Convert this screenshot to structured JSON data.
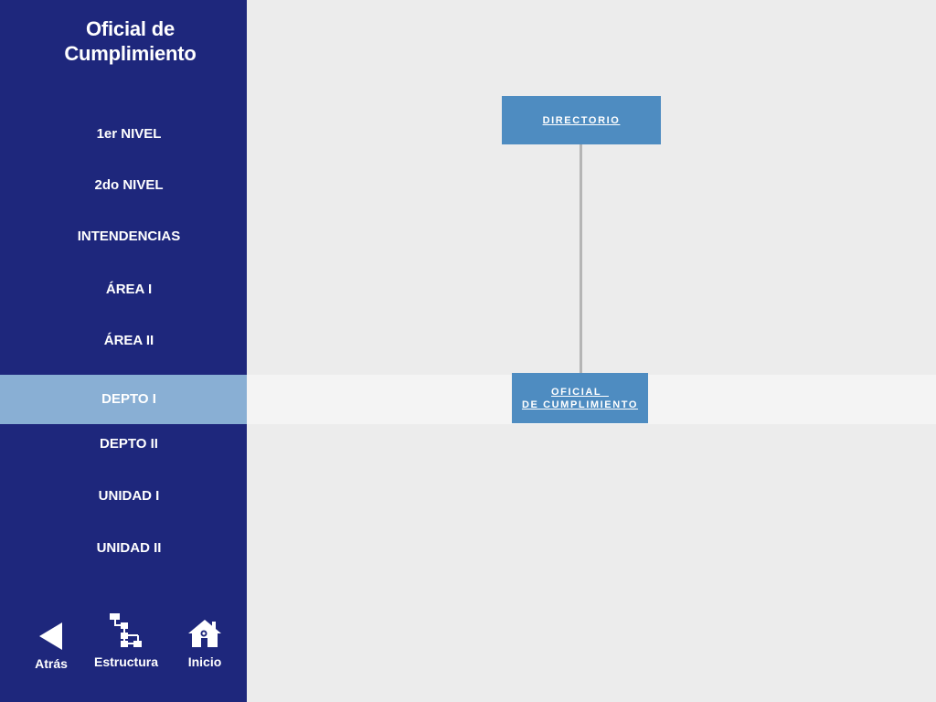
{
  "sidebar": {
    "title_line1": "Oficial de",
    "title_line2": "Cumplimiento",
    "items": [
      {
        "label": "1er NIVEL"
      },
      {
        "label": "2do NIVEL"
      },
      {
        "label": "INTENDENCIAS"
      },
      {
        "label": "ÁREA I"
      },
      {
        "label": "ÁREA II"
      },
      {
        "label": "DEPTO I"
      },
      {
        "label": "DEPTO II"
      },
      {
        "label": "UNIDAD I"
      },
      {
        "label": "UNIDAD II"
      }
    ],
    "active_item": "DEPTO I",
    "bottom": {
      "back_label": "Atrás",
      "structure_label": "Estructura",
      "home_label": "Inicio"
    }
  },
  "org_chart": {
    "top_box": "DIRECTORIO",
    "bottom_box_line1": "OFICIAL_",
    "bottom_box_line2": "DE CUMPLIMIENTO"
  },
  "colors": {
    "sidebar_bg": "#1e277c",
    "sidebar_active": "#89afd4",
    "content_bg": "#ececec",
    "highlight_band": "#f4f4f4",
    "box_fill": "#4e8cc1",
    "connector": "#b5b5b5"
  }
}
